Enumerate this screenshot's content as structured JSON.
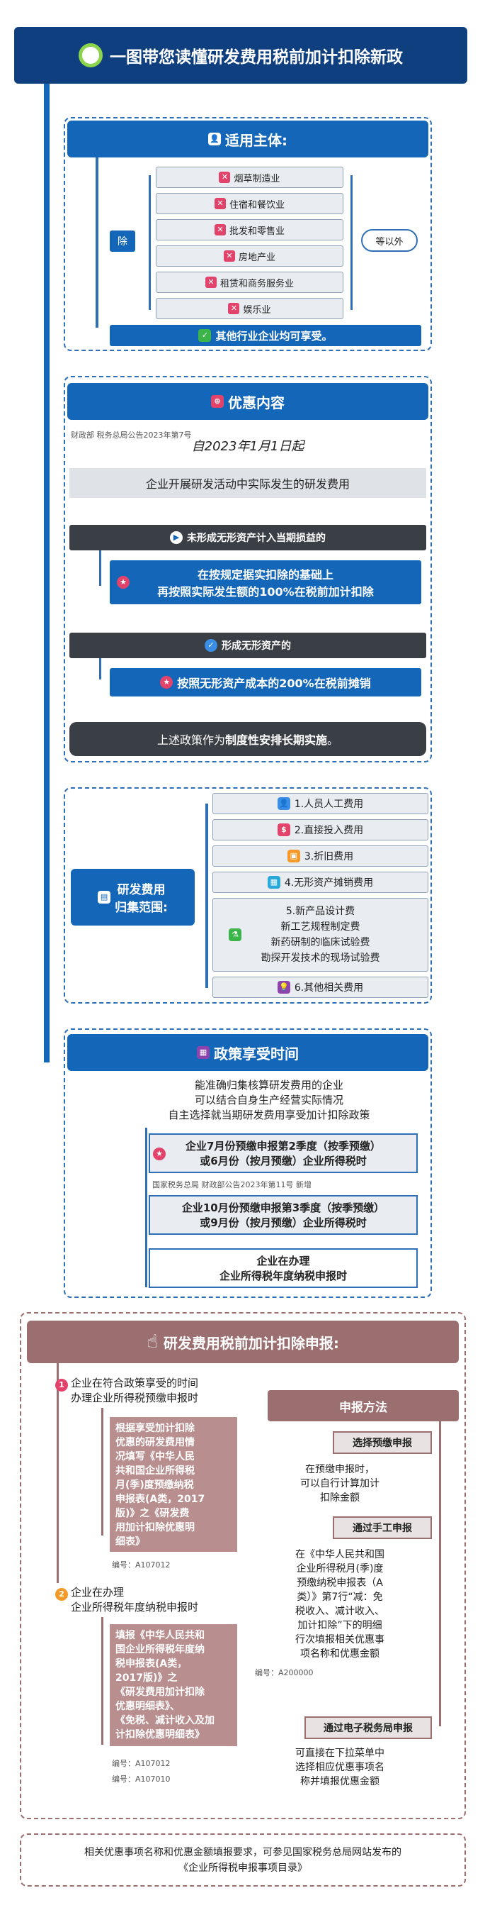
{
  "title": "一图带您读懂研发费用税前加计扣除新政",
  "s1": {
    "header": "适用主体:",
    "except": "除",
    "industries": [
      "烟草制造业",
      "住宿和餐饮业",
      "批发和零售业",
      "房地产业",
      "租赁和商务服务业",
      "娱乐业"
    ],
    "besides": "等以外",
    "footer": "其他行业企业均可享受。"
  },
  "s2": {
    "header": "优惠内容",
    "source": "财政部 税务总局公告2023年第7号",
    "date": "自2023年1月1日起",
    "intro": "企业开展研发活动中实际发生的研发费用",
    "case1": "未形成无形资产计入当期损益的",
    "case1_detail_1": "在按规定据实扣除的基础上",
    "case1_detail_2": "再按照实际发生额的100%在税前加计扣除",
    "case2": "形成无形资产的",
    "case2_detail": "按照无形资产成本的200%在税前摊销",
    "note_prefix": "上述政策作为",
    "note_bold": "制度性安排长期实施",
    "note_suffix": "。"
  },
  "s3": {
    "label_1": "研发费用",
    "label_2": "归集范围:",
    "items": [
      "1.人员人工费用",
      "2.直接投入费用",
      "3.折旧费用",
      "4.无形资产摊销费用"
    ],
    "item5": [
      "5.新产品设计费",
      "新工艺规程制定费",
      "新药研制的临床试验费",
      "勘探开发技术的现场试验费"
    ],
    "item6": "6.其他相关费用"
  },
  "s4": {
    "header": "政策享受时间",
    "intro_1": "能准确归集核算研发费用的企业",
    "intro_2": "可以结合自身生产经营实际情况",
    "intro_3": "自主选择就当期研发费用享受加计扣除政策",
    "p1_1": "企业7月份预缴申报第2季度（按季预缴）",
    "p1_2": "或6月份（按月预缴）企业所得税时",
    "source2": "国家税务总局 财政部公告2023年第11号 新增",
    "p2_1": "企业10月份预缴申报第3季度（按季预缴）",
    "p2_2": "或9月份（按月预缴）企业所得税时",
    "p3_1": "企业在办理",
    "p3_2": "企业所得税年度纳税申报时"
  },
  "s5": {
    "header": "研发费用税前加计扣除申报:",
    "step1_num": "1",
    "step1_1": "企业在符合政策享受的时间",
    "step1_2": "办理企业所得税预缴申报时",
    "step1_detail": [
      "根据享受加计扣除",
      "优惠的研发费用情",
      "况填写《中华人民",
      "共和国企业所得税",
      "月(季)度预缴纳税",
      "申报表(A类，2017",
      "版)》之《研发费",
      "用加计扣除优惠明",
      "细表》"
    ],
    "code1": "编号：A107012",
    "step2_num": "2",
    "step2_1": "企业在办理",
    "step2_2": "企业所得税年度纳税申报时",
    "step2_detail": [
      "填报《中华人民共和",
      "国企业所得税年度纳",
      "税申报表(A类，",
      "2017版)》之",
      "《研发费用加计扣除",
      "优惠明细表》、",
      "《免税、减计收入及加",
      "计扣除优惠明细表》"
    ],
    "code2": "编号：A107012",
    "code3": "编号：A107010",
    "method_header": "申报方法",
    "m1": "选择预缴申报",
    "m1_detail": [
      "在预缴申报时，",
      "可以自行计算加计",
      "扣除金额"
    ],
    "m2": "通过手工申报",
    "m2_detail": [
      "在《中华人民共和国",
      "企业所得税月(季)度",
      "预缴纳税申报表（A",
      "类）》第7行“减：免",
      "税收入、减计收入、",
      "加计扣除”下的明细",
      "行次填报相关优惠事",
      "项名称和优惠金额"
    ],
    "code4": "编号：A200000",
    "m3": "通过电子税务局申报",
    "m3_detail": [
      "可直接在下拉菜单中",
      "选择相应优惠事项名",
      "称并填报优惠金额"
    ]
  },
  "footer_1": "相关优惠事项名称和优惠金额填报要求，可参见国家税务总局网站发布的",
  "footer_2": "《企业所得税申报事项目录》"
}
